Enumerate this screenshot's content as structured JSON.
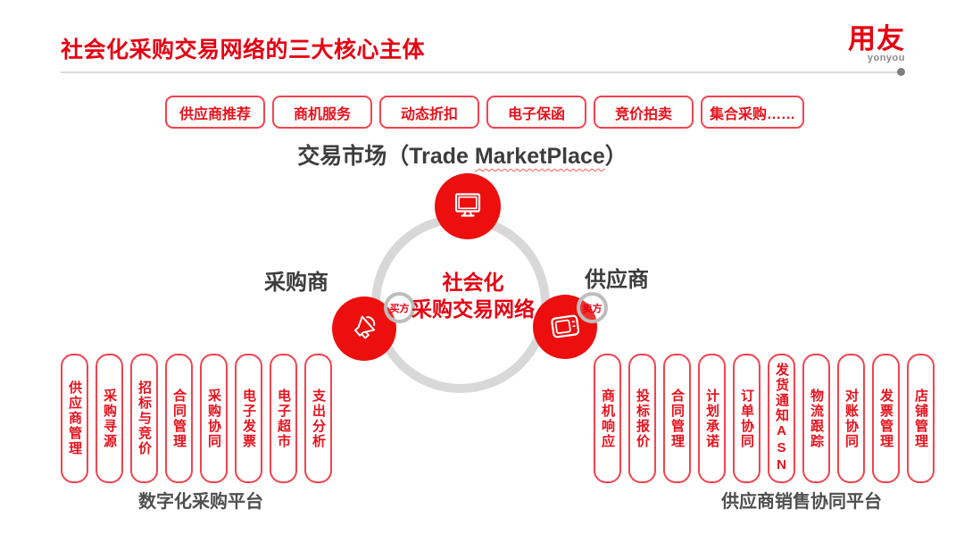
{
  "page": {
    "title": "社会化采购交易网络的三大核心主体",
    "logo_zh": "用友",
    "logo_en": "yonyou"
  },
  "services": {
    "items": [
      "供应商推荐",
      "商机服务",
      "动态折扣",
      "电子保函",
      "竞价拍卖",
      "集合采购……"
    ]
  },
  "marketplace": {
    "heading_prefix": "交易市场（Trade ",
    "heading_highlight": "MarketPlace",
    "heading_suffix": "）",
    "center_line1": "社会化",
    "center_line2": "采购交易网络",
    "buyer_label": "采购商",
    "supplier_label": "供应商",
    "buyer_badge": "买方",
    "seller_badge": "卖方",
    "icons": {
      "top": "monitor-icon",
      "left": "megaphone-icon",
      "right": "tv-icon"
    }
  },
  "buyer_platform": {
    "items": [
      "供应商管理",
      "采购寻源",
      "招标与竞价",
      "合同管理",
      "采购协同",
      "电子发票",
      "电子超市",
      "支出分析"
    ],
    "label": "数字化采购平台"
  },
  "supplier_platform": {
    "items": [
      "商机响应",
      "投标报价",
      "合同管理",
      "计划承诺",
      "订单协同",
      "发货通知ASN",
      "物流跟踪",
      "对账协同",
      "发票管理",
      "店铺管理"
    ],
    "label": "供应商销售协同平台"
  },
  "colors": {
    "brand_red": "#e60012",
    "circle_red": "#ed0e0e",
    "pill_border_red": "#f2434d",
    "ring_gray": "#d8d8d8",
    "text_dark": "#3d3d3d",
    "label_gray": "#4f4f4f"
  }
}
